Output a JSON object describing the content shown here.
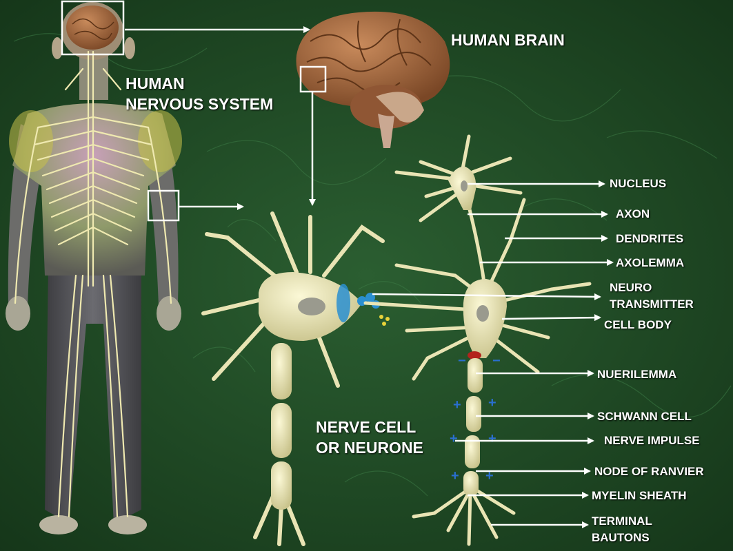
{
  "titles": {
    "brain": "HUMAN BRAIN",
    "nervous_system_line1": "HUMAN",
    "nervous_system_line2": "NERVOUS SYSTEM",
    "nerve_cell_line1": "NERVE CELL",
    "nerve_cell_line2": "OR NEURONE"
  },
  "labels": {
    "nucleus": "NUCLEUS",
    "axon": "AXON",
    "dendrites": "DENDRITES",
    "axolemma": "AXOLEMMA",
    "neurotransmitter_line1": "NEURO",
    "neurotransmitter_line2": "TRANSMITTER",
    "cell_body": "CELL BODY",
    "nuerilemma": "NUERILEMMA",
    "schwann_cell": "SCHWANN CELL",
    "nerve_impulse": "NERVE IMPULSE",
    "node_of_ranvier": "NODE OF RANVIER",
    "myelin_sheath": "MYELIN SHEATH",
    "terminal_line1": "TERMINAL",
    "terminal_line2": "BAUTONS"
  },
  "colors": {
    "background": "#1f4a25",
    "neuron": "#e9e4b4",
    "brain": "#a0673e",
    "arrow": "#ffffff",
    "transmitter": "#2a8fd0"
  }
}
